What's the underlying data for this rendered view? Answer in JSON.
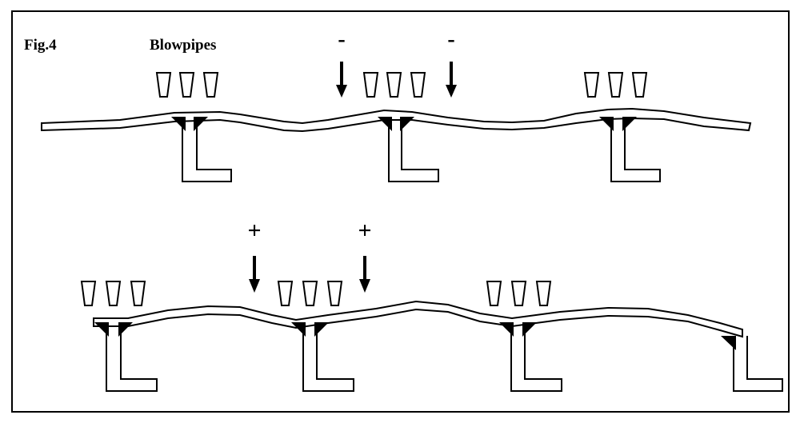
{
  "figure": {
    "fig_label": "Fig.4",
    "blowpipes_label": "Blowpipes",
    "top_row": {
      "arrow_signs": [
        "-",
        "-"
      ],
      "blowpipe_groups": 3,
      "nozzles_per_group": 3,
      "supports": 3
    },
    "bottom_row": {
      "arrow_signs": [
        "+",
        "+"
      ],
      "blowpipe_groups": 3,
      "nozzles_per_group": 3,
      "supports": 4
    },
    "colors": {
      "line": "#000000",
      "background": "#ffffff"
    }
  }
}
